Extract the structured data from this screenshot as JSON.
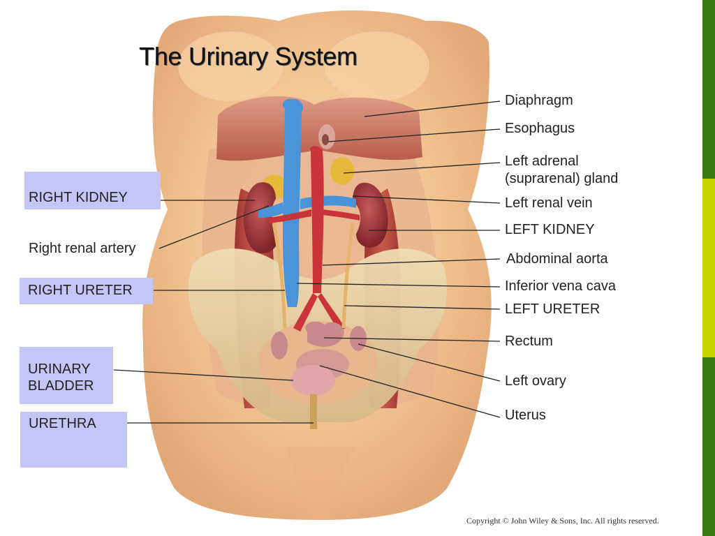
{
  "title": "The Urinary System",
  "labels_left": {
    "right_kidney": "RIGHT KIDNEY",
    "right_renal_artery": "Right renal artery",
    "right_ureter": "RIGHT URETER",
    "urinary_bladder_1": "URINARY",
    "urinary_bladder_2": "BLADDER",
    "urethra": "URETHRA"
  },
  "labels_right": {
    "diaphragm": "Diaphragm",
    "esophagus": "Esophagus",
    "left_adrenal_1": "Left adrenal",
    "left_adrenal_2": "(suprarenal) gland",
    "left_renal_vein": "Left renal vein",
    "left_kidney": "LEFT KIDNEY",
    "abdominal_aorta": "Abdominal aorta",
    "inferior_vena_cava": "Inferior vena cava",
    "left_ureter": "LEFT URETER",
    "rectum": "Rectum",
    "left_ovary": "Left ovary",
    "uterus": "Uterus"
  },
  "copyright": "Copyright © John Wiley & Sons, Inc. All rights reserved.",
  "colors": {
    "highlight_box": "#c5c5f7",
    "accent_green_dark": "#3a7a12",
    "accent_green_light": "#c8d400",
    "skin": "#f2c79a",
    "vein": "#4a93d6",
    "artery": "#c9333a",
    "kidney": "#a2383d",
    "muscle": "#b4473c"
  }
}
